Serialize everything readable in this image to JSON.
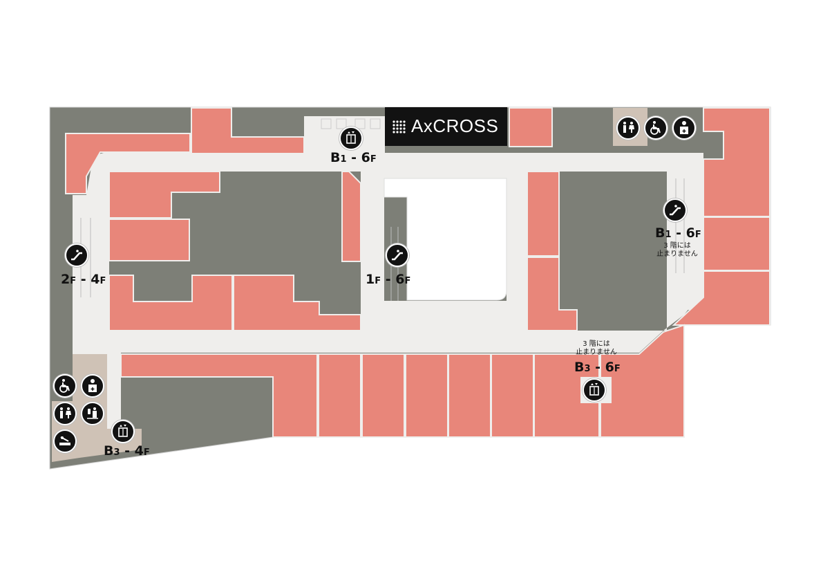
{
  "brand": {
    "name": "AxCROSS"
  },
  "colors": {
    "shop": "#e8867a",
    "service": "#7d7f77",
    "corridor": "#efeeec",
    "restroom_area": "#cfc2b6",
    "icon_bg": "#121212"
  },
  "labels": {
    "elev_top": {
      "main": "B1 - 6",
      "floor_suffix": "F",
      "pre": "B",
      "n1": "1",
      "sep": " - ",
      "n2": "6",
      "f": "F"
    },
    "esc_left": {
      "n1": "2",
      "f1": "F",
      "sep": " - ",
      "n2": "4",
      "f2": "F"
    },
    "esc_center": {
      "n1": "1",
      "f1": "F",
      "sep": " - ",
      "n2": "6",
      "f2": "F"
    },
    "esc_right": {
      "pre": "B",
      "n1": "1",
      "sep": " - ",
      "n2": "6",
      "f2": "F",
      "note1": "3 階には",
      "note2": "止まりません"
    },
    "elev_right": {
      "pre": "B",
      "n1": "3",
      "sep": " - ",
      "n2": "6",
      "f2": "F",
      "note1": "3 階には",
      "note2": "止まりません"
    },
    "elev_left": {
      "pre": "B",
      "n1": "3",
      "sep": " - ",
      "n2": "4",
      "f2": "F"
    }
  },
  "icons": [
    "elevator-icon",
    "escalator-icon",
    "restroom-icon",
    "wheelchair-icon",
    "ostomate-icon",
    "baby-care-icon",
    "smoking-icon"
  ]
}
